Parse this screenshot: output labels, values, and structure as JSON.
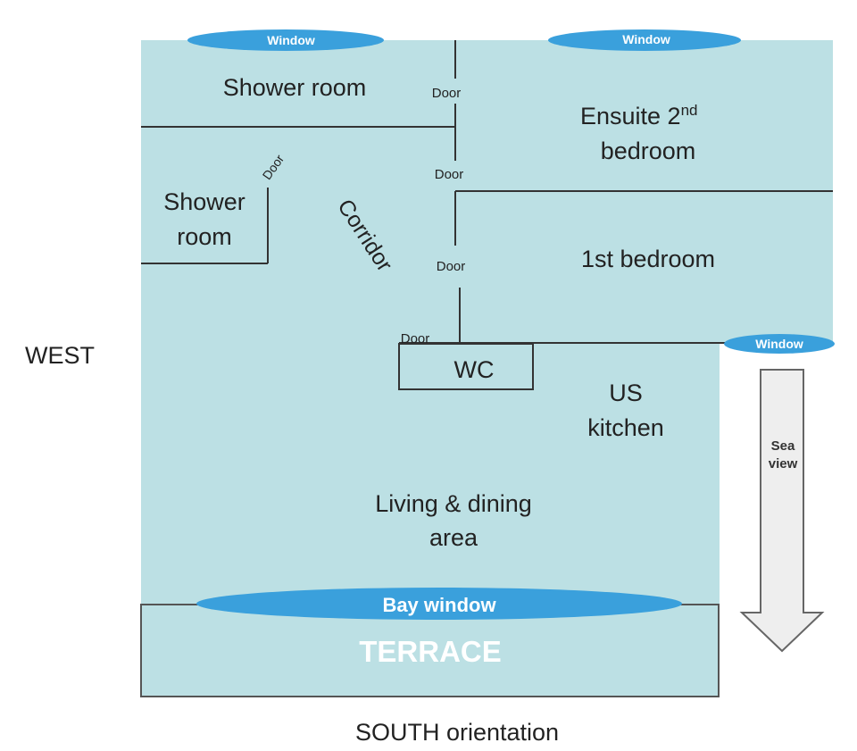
{
  "plan": {
    "rooms": {
      "shower_room_top": "Shower room",
      "shower_room_left_line1": "Shower",
      "shower_room_left_line2": "room",
      "ensuite_line1": "Ensuite 2",
      "ensuite_sup": "nd",
      "ensuite_line2": "bedroom",
      "first_bedroom": "1st bedroom",
      "corridor": "Corridor",
      "wc": "WC",
      "kitchen_line1": "US",
      "kitchen_line2": "kitchen",
      "living_line1": "Living & dining",
      "living_line2": "area",
      "terrace": "TERRACE"
    },
    "doors": {
      "door_top": "Door",
      "door_shower": "Door",
      "door_ensuite": "Door",
      "door_bedroom": "Door",
      "door_wc": "Door"
    },
    "windows": {
      "window_left": "Window",
      "window_right": "Window",
      "window_east": "Window",
      "bay_window": "Bay window"
    },
    "orientation": {
      "west": "WEST",
      "south": "SOUTH orientation",
      "sea_view_line1": "Sea",
      "sea_view_line2": "view"
    },
    "colors": {
      "floor": "#bce0e4",
      "wall": "#333333",
      "window": "#3aa0dc",
      "arrow_fill": "#eeeeee"
    }
  }
}
